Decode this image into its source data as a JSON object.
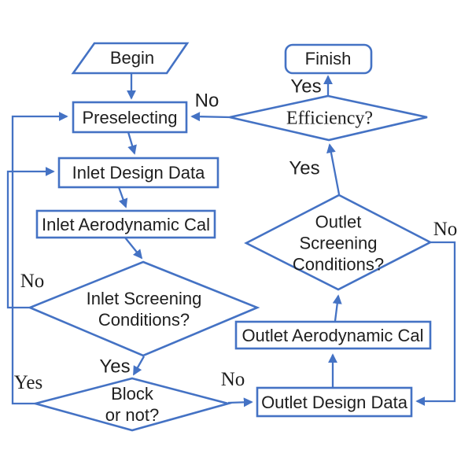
{
  "diagram": {
    "nodes": {
      "begin": {
        "label": "Begin"
      },
      "preselecting": {
        "label": "Preselecting"
      },
      "inlet_design_data": {
        "label": "Inlet Design Data"
      },
      "inlet_aerodynamic_cal": {
        "label": "Inlet Aerodynamic Cal"
      },
      "inlet_screening_conditions": {
        "lines": [
          "Inlet Screening",
          "Conditions?"
        ]
      },
      "block_or_not": {
        "lines": [
          "Block",
          "or not?"
        ]
      },
      "outlet_design_data": {
        "label": "Outlet Design Data"
      },
      "outlet_aerodynamic_cal": {
        "label": "Outlet Aerodynamic Cal"
      },
      "outlet_screening_conditions": {
        "lines": [
          "Outlet",
          "Screening",
          "Conditions?"
        ]
      },
      "efficiency": {
        "label": "Efficiency?"
      },
      "finish": {
        "label": "Finish"
      }
    },
    "edge_labels": {
      "efficiency_no": "No",
      "efficiency_yes": "Yes",
      "outlet_screening_yes": "Yes",
      "outlet_screening_no": "No",
      "inlet_screening_no": "No",
      "inlet_screening_yes": "Yes",
      "block_yes": "Yes",
      "block_no": "No"
    },
    "colors": {
      "line": "#4472C4",
      "text": "#1e1e1e",
      "background": "#ffffff"
    }
  }
}
